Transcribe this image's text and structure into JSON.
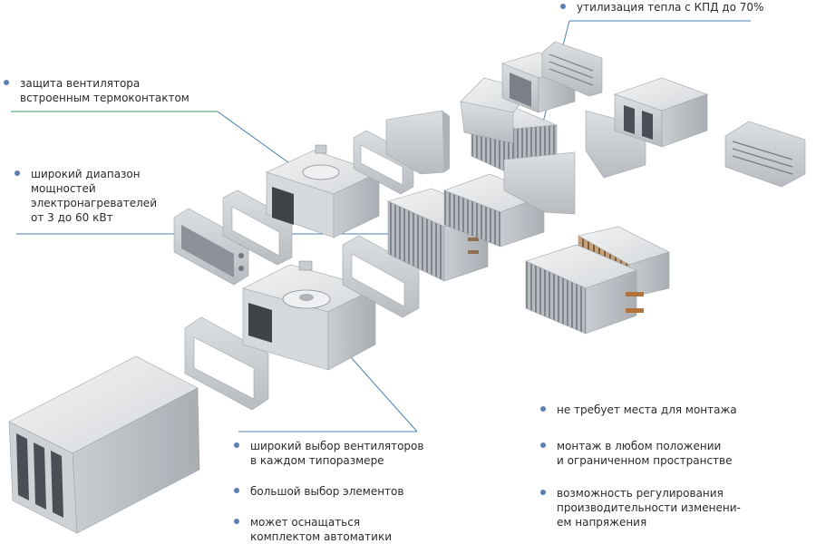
{
  "features": {
    "heat_recovery": {
      "lines": [
        "утилизация тепла с КПД до 70%"
      ]
    },
    "fan_protection": {
      "lines": [
        "защита вентилятора",
        "встроенным термоконтактом"
      ]
    },
    "heater_range": {
      "lines": [
        "широкий диапазон",
        "мощностей",
        "электронагревателей",
        "от 3 до 60 кВт"
      ]
    },
    "fan_choice": {
      "lines": [
        "широкий выбор вентиляторов",
        "в каждом типоразмере"
      ]
    },
    "elements_choice": {
      "lines": [
        "большой выбор элементов"
      ]
    },
    "automation": {
      "lines": [
        "может оснащаться",
        "комплектом автоматики"
      ]
    },
    "no_space": {
      "lines": [
        "не требует места для монтажа"
      ]
    },
    "any_position": {
      "lines": [
        "монтаж в любом положении",
        "и ограниченном пространстве"
      ]
    },
    "regulation": {
      "lines": [
        "возможность регулирования",
        "производительности изменени-",
        "ем напряжения"
      ]
    }
  },
  "colors": {
    "bullet": "#5b7fb5",
    "leader": "#4a7fb0",
    "leader_green": "#3a9a5a",
    "metal_light": "#e4e6e8",
    "metal_mid": "#c8ccd0",
    "metal_dark": "#9ea3a8"
  }
}
